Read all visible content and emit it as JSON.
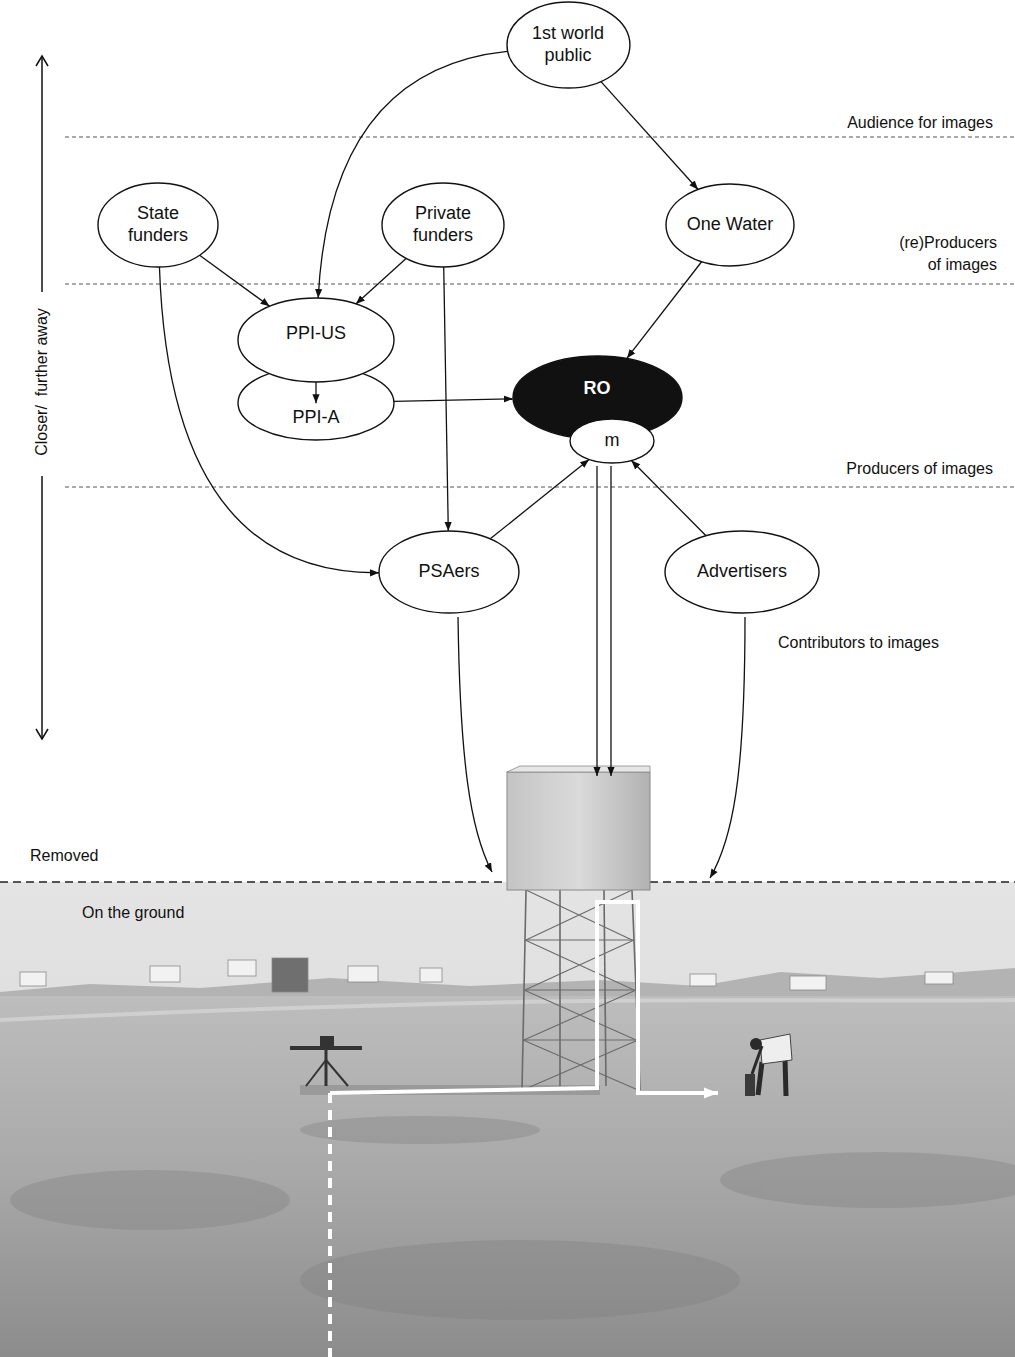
{
  "diagram": {
    "nodes": [
      {
        "text": [
          "1st world public"
        ]
      },
      {
        "text": [
          "State funders"
        ]
      },
      {
        "text": [
          "Private funders"
        ]
      },
      {
        "text": [
          "One Water"
        ]
      },
      {
        "text": [
          "PPI-US"
        ]
      },
      {
        "text": [
          "PPI-A"
        ]
      },
      {
        "text": [
          "RO"
        ]
      },
      {
        "text": [
          "m"
        ],
        "in": 6
      },
      {
        "text": [
          "PSAers"
        ]
      },
      {
        "text": [
          "Advertisers"
        ]
      }
    ],
    "edges": [
      {
        "from": 0,
        "to": 4,
        "arrow": "to"
      },
      {
        "from": 0,
        "to": 3,
        "arrow": "to"
      },
      {
        "from": 1,
        "to": 4,
        "arrow": "to"
      },
      {
        "from": 1,
        "to": 8,
        "arrow": "to"
      },
      {
        "from": 2,
        "to": 4,
        "arrow": "to"
      },
      {
        "from": 2,
        "to": 8,
        "arrow": "to"
      },
      {
        "from": 3,
        "to": 6,
        "arrow": "to"
      },
      {
        "from": 4,
        "to": 5,
        "arrow": "to"
      },
      {
        "from": 5,
        "to": 6,
        "arrow": "to"
      },
      {
        "from": 8,
        "to": 7,
        "arrow": "to"
      },
      {
        "from": 9,
        "to": 7,
        "arrow": "to"
      }
    ],
    "labels": [
      "Audience for images",
      "(re)Producers of images",
      "Producers of images",
      "Contributors to images",
      "Closer/  further away",
      "Removed",
      "On the ground"
    ]
  }
}
